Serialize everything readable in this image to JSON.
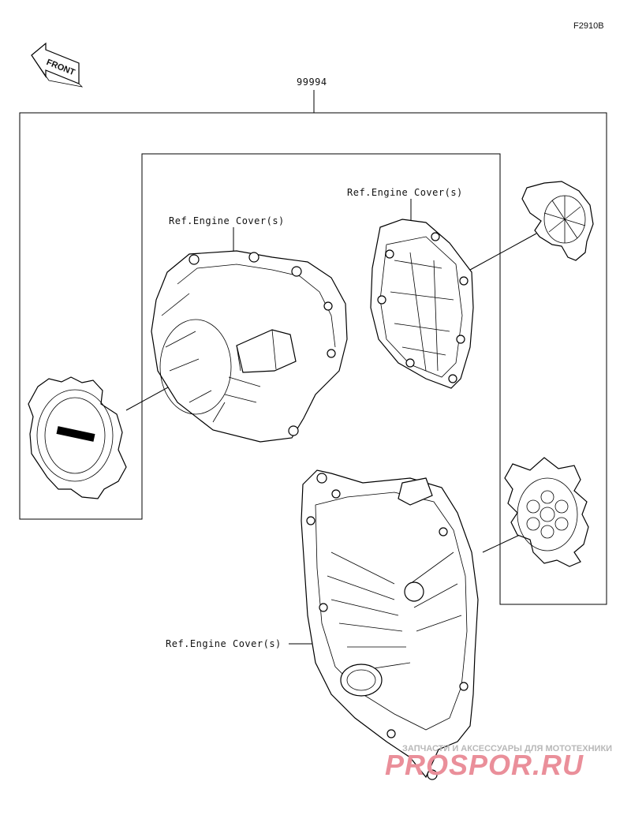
{
  "figure_code": "F2910B",
  "front_label": "FRONT",
  "kit_part_number": "99994",
  "ref_labels": {
    "top_center": "Ref.Engine Cover(s)",
    "top_right": "Ref.Engine Cover(s)",
    "bottom": "Ref.Engine Cover(s)"
  },
  "watermark": {
    "tagline": "ЗАПЧАСТИ И АКСЕССУАРЫ ДЛЯ МОТОТЕХНИКИ",
    "brand": "PROSPOR.RU"
  },
  "colors": {
    "line": "#000000",
    "watermark_brand": "#ea8f9a",
    "watermark_tagline": "#b8b8b8"
  }
}
